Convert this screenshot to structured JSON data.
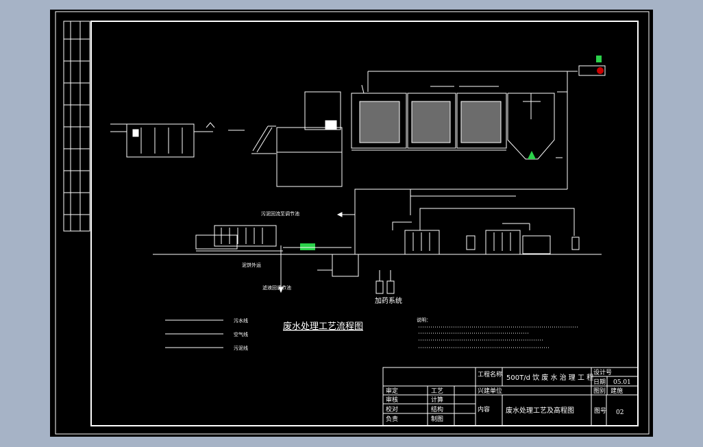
{
  "drawing": {
    "title": "废水处理工艺流程图",
    "labels": {
      "sludge_return": "污泥回流至调节池",
      "filtrate_return": "滤液回调节池",
      "lime_pit": "泥饼外运"
    },
    "legend": [
      {
        "label": "污水线"
      },
      {
        "label": "空气线"
      },
      {
        "label": "污泥线"
      }
    ],
    "dosing_label": "加药系统",
    "notes_title": "说明："
  },
  "title_block": {
    "project_label": "工程名称",
    "project_value": "500T/d 饮 废 水 治 理 工 程",
    "number_label": "设计号",
    "date_label": "日期",
    "date_value": "05.01",
    "construction_unit": "兴建单位",
    "drawing_type_label": "图别",
    "drawing_type_value": "建施",
    "content_label": "内容",
    "content_value": "废水处理工艺及高程图",
    "drawing_no_label": "图号",
    "drawing_no_value": "02",
    "roles": [
      "审定",
      "工艺",
      "审核",
      "计算",
      "校对",
      "结构",
      "负责",
      "制图"
    ]
  }
}
